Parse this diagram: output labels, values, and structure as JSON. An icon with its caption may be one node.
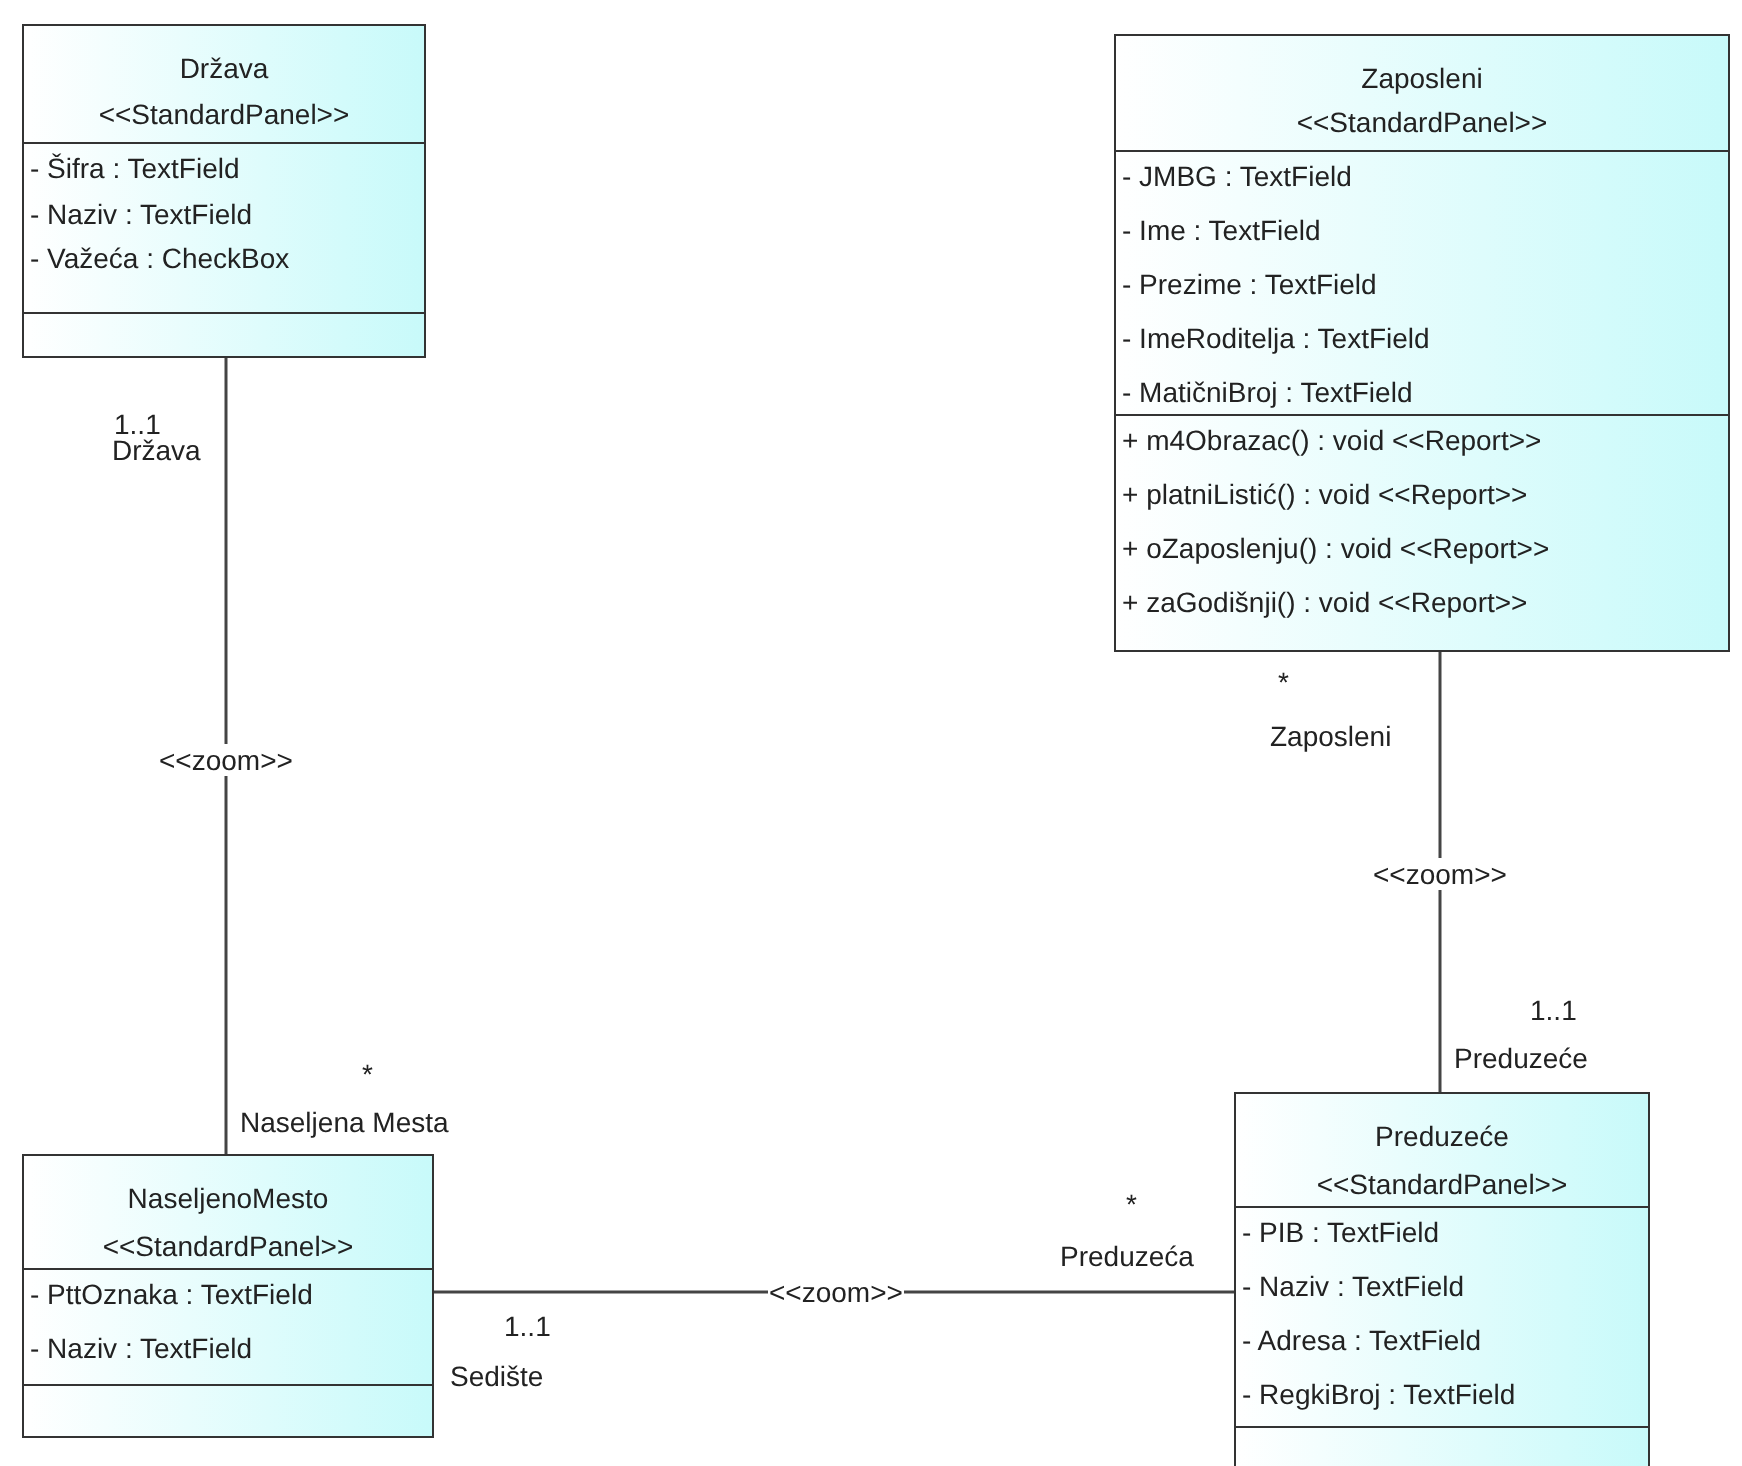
{
  "diagram": {
    "nodes": [
      {
        "text": [
          "Država",
          "<<StandardPanel>>",
          "- Šifra : TextField",
          "- Naziv : TextField",
          "- Važeća : CheckBox"
        ]
      },
      {
        "text": [
          "Zaposleni",
          "<<StandardPanel>>",
          "- JMBG : TextField",
          "- Ime : TextField",
          "- Prezime : TextField",
          "- ImeRoditelja : TextField",
          "- MatičniBroj : TextField",
          "+ m4Obrazac() : void <<Report>>",
          "+ platniListić() : void <<Report>>",
          "+ oZaposlenju() : void <<Report>>",
          "+ zaGodišnji() : void <<Report>>"
        ]
      },
      {
        "text": [
          "NaseljenoMesto",
          "<<StandardPanel>>",
          "- PttOznaka : TextField",
          "- Naziv : TextField"
        ]
      },
      {
        "text": [
          "Preduzeće",
          "<<StandardPanel>>",
          "- PIB : TextField",
          "- Naziv : TextField",
          "- Adresa : TextField",
          "- RegkiBroj : TextField"
        ]
      }
    ],
    "edges": [
      {
        "from": 0,
        "to": 2,
        "arrow": "none",
        "label": "<<zoom>>"
      },
      {
        "from": 1,
        "to": 3,
        "arrow": "none",
        "label": "<<zoom>>"
      },
      {
        "from": 2,
        "to": 3,
        "arrow": "none",
        "label": "<<zoom>>"
      }
    ],
    "labels": [
      "1..1",
      "Država",
      "*",
      "Naseljena Mesta",
      "*",
      "Zaposleni",
      "1..1",
      "Preduzeće",
      "*",
      "Preduzeća",
      "1..1",
      "Sedište"
    ]
  }
}
